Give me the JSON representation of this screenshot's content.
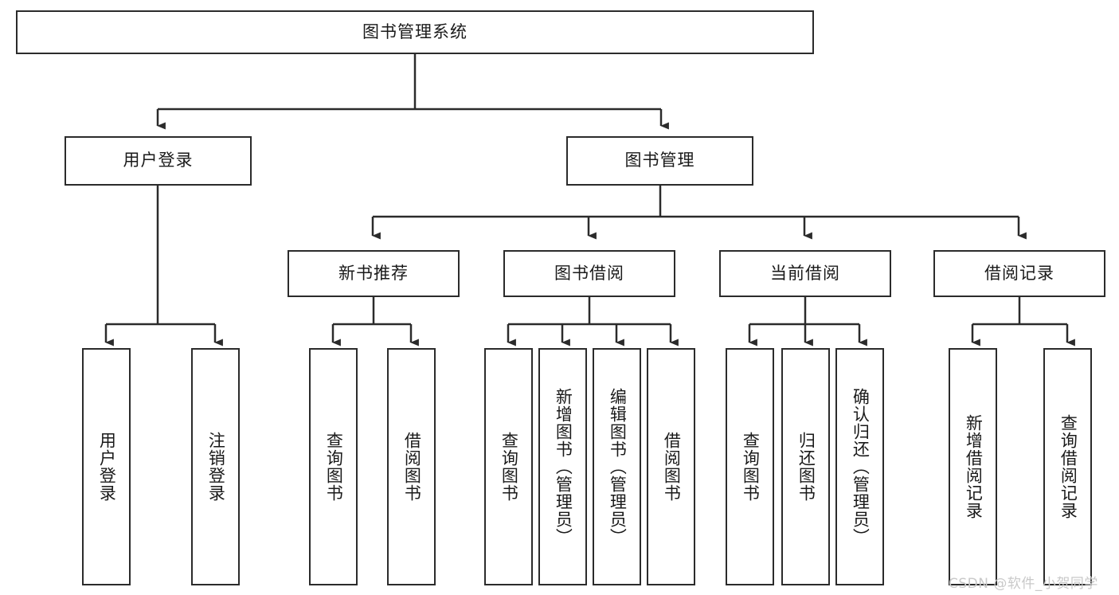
{
  "diagram": {
    "title": "图书管理系统",
    "type": "tree-hierarchy-diagram",
    "colors": {
      "stroke": "#2b2b2b",
      "fill": "#ffffff",
      "text": "#1a1a1a",
      "watermark": "#c9c9c9"
    },
    "root": {
      "label": "图书管理系统"
    },
    "level2": [
      {
        "label": "用户登录"
      },
      {
        "label": "图书管理"
      }
    ],
    "level3": [
      {
        "label": "新书推荐"
      },
      {
        "label": "图书借阅"
      },
      {
        "label": "当前借阅"
      },
      {
        "label": "借阅记录"
      }
    ],
    "leaves": {
      "user_login": [
        {
          "label": "用户登录"
        },
        {
          "label": "注销登录"
        }
      ],
      "new_book": [
        {
          "label": "查询图书"
        },
        {
          "label": "借阅图书"
        }
      ],
      "book_borrow": [
        {
          "label": "查询图书"
        },
        {
          "label": "新增图书（管理员）"
        },
        {
          "label": "编辑图书（管理员）"
        },
        {
          "label": "借阅图书"
        }
      ],
      "current_borrow": [
        {
          "label": "查询图书"
        },
        {
          "label": "归还图书"
        },
        {
          "label": "确认归还（管理员）"
        }
      ],
      "borrow_record": [
        {
          "label": "新增借阅记录"
        },
        {
          "label": "查询借阅记录"
        }
      ]
    }
  },
  "watermark": {
    "text": "CSDN @软件_小贺同学"
  }
}
